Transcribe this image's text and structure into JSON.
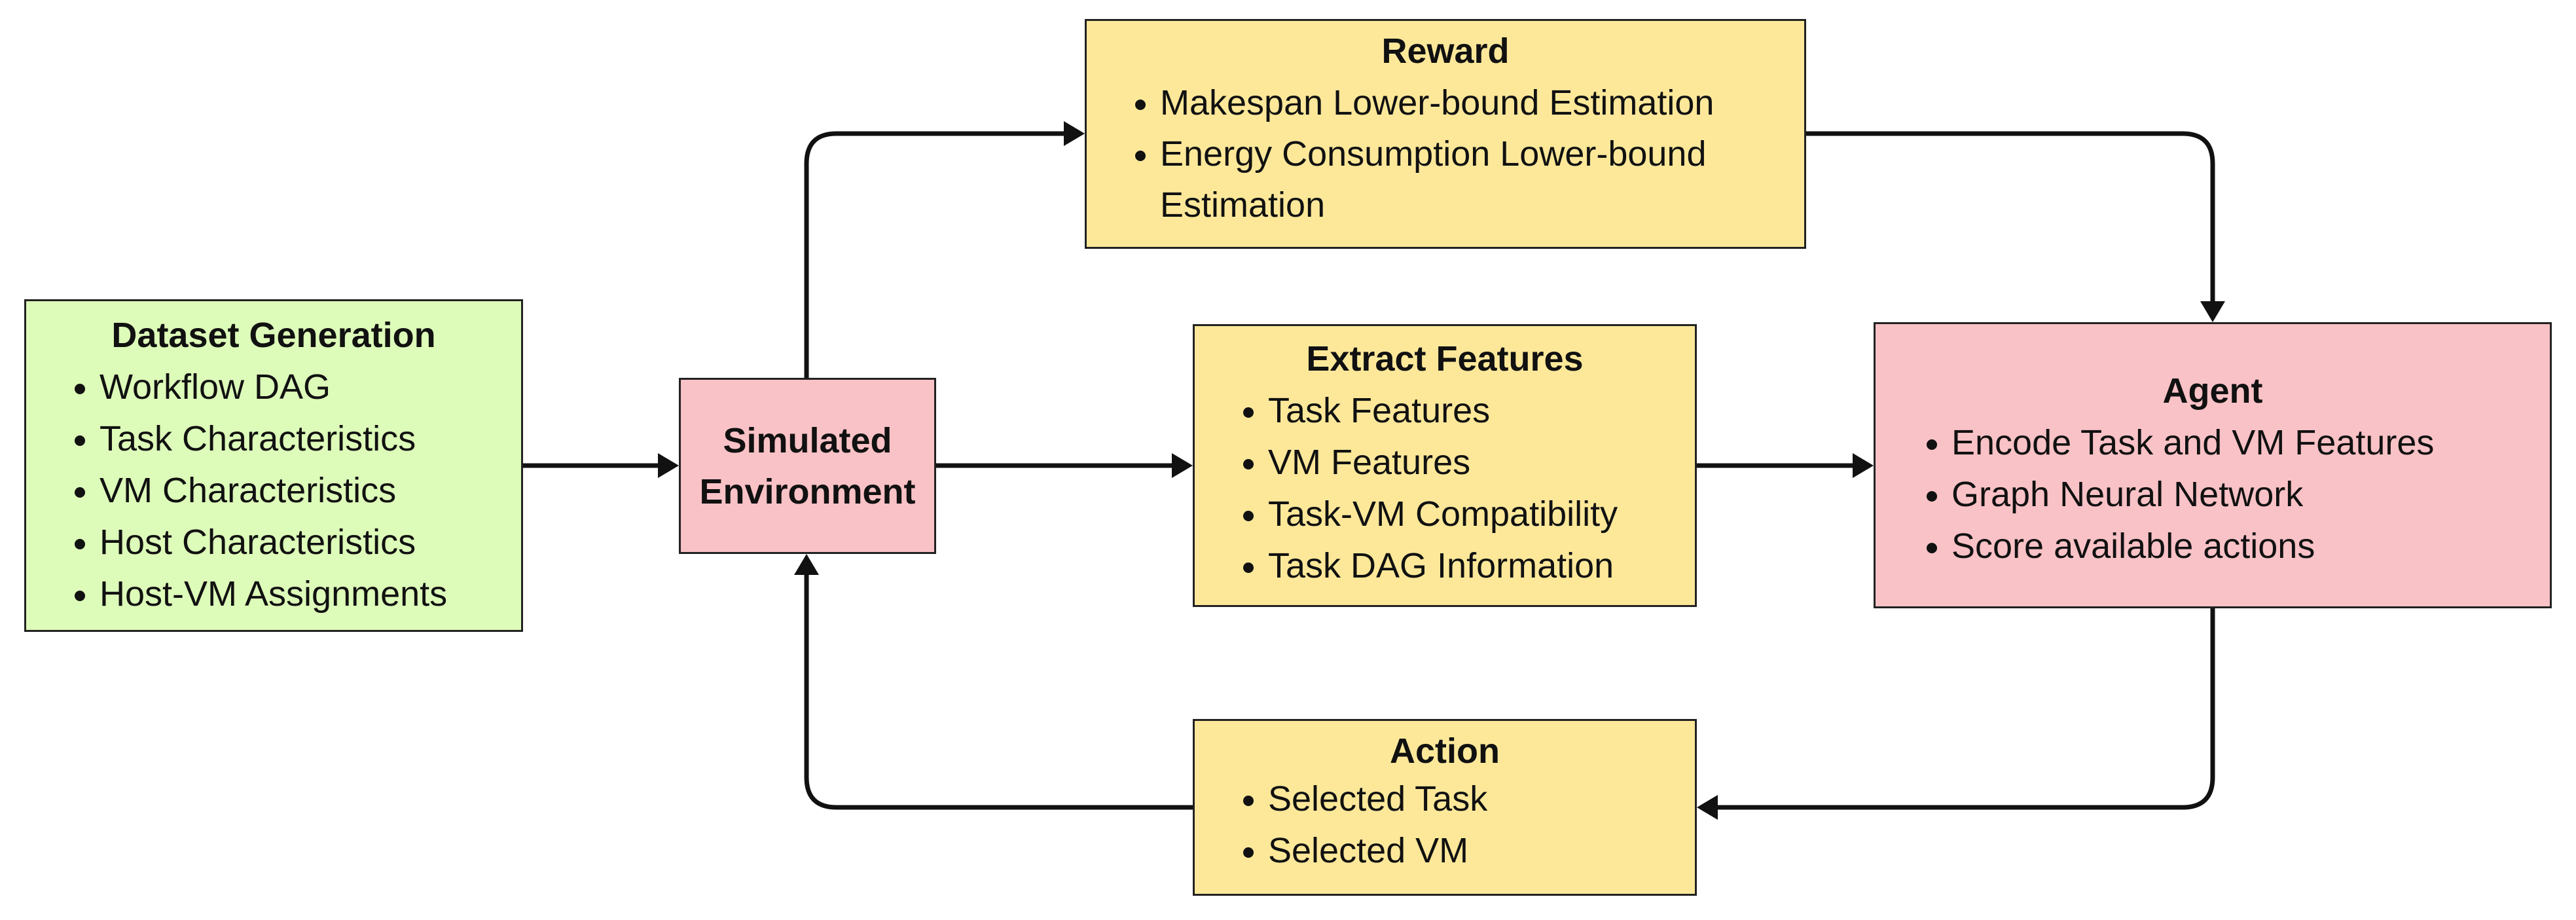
{
  "diagram": {
    "nodes": {
      "dataset": {
        "title": "Dataset Generation",
        "items": [
          "Workflow DAG",
          "Task Characteristics",
          "VM Characteristics",
          "Host Characteristics",
          "Host-VM Assignments"
        ]
      },
      "simenv": {
        "title_line1": "Simulated",
        "title_line2": "Environment"
      },
      "reward": {
        "title": "Reward",
        "items": [
          "Makespan Lower-bound Estimation",
          "Energy Consumption Lower-bound",
          "Estimation"
        ]
      },
      "features": {
        "title": "Extract Features",
        "items": [
          "Task Features",
          "VM Features",
          "Task-VM Compatibility",
          "Task DAG Information"
        ]
      },
      "agent": {
        "title": "Agent",
        "items": [
          "Encode Task and VM Features",
          "Graph Neural Network",
          "Score available actions"
        ]
      },
      "action": {
        "title": "Action",
        "items": [
          "Selected Task",
          "Selected VM"
        ]
      }
    },
    "edges": [
      {
        "from": "Dataset Generation",
        "to": "Simulated Environment"
      },
      {
        "from": "Simulated Environment",
        "to": "Reward"
      },
      {
        "from": "Simulated Environment",
        "to": "Extract Features"
      },
      {
        "from": "Extract Features",
        "to": "Agent"
      },
      {
        "from": "Reward",
        "to": "Agent"
      },
      {
        "from": "Agent",
        "to": "Action"
      },
      {
        "from": "Action",
        "to": "Simulated Environment"
      }
    ]
  }
}
